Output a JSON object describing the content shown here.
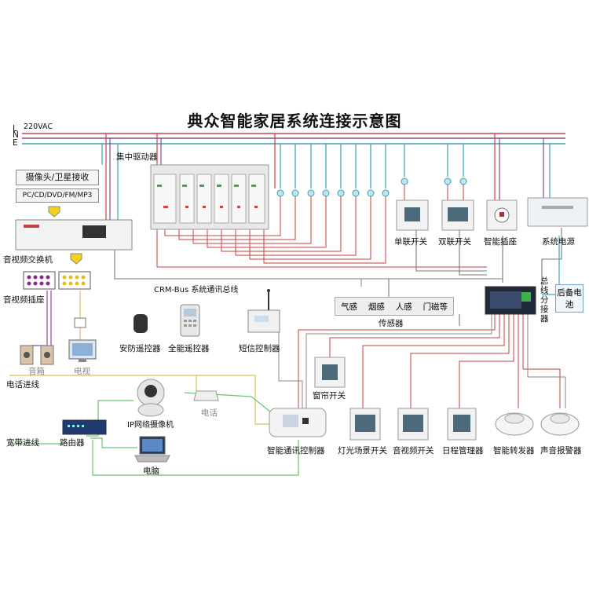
{
  "title": "典众智能家居系统连接示意图",
  "power": {
    "voltage": "220VAC",
    "line_L": "L",
    "line_N": "N",
    "line_E": "E"
  },
  "labels": {
    "central_driver": "集中驱动器",
    "camera_satellite": "摄像头/卫星接收",
    "media_sources": "PC/CD/DVD/FM/MP3",
    "av_switch": "音视频交换机",
    "av_socket": "音视频插座",
    "bus": "CRM-Bus 系统通讯总线",
    "speaker": "音箱",
    "tv": "电视",
    "security_remote": "安防遥控器",
    "universal_remote": "全能遥控器",
    "sms_controller": "短信控制器",
    "sensors_title": "传感器",
    "sensor_items": [
      "气感",
      "烟感",
      "人感",
      "门磁等"
    ],
    "single_switch": "单联开关",
    "double_switch": "双联开关",
    "smart_socket": "智能插座",
    "system_power": "系统电源",
    "bus_splitter": "总线分接器",
    "backup_battery": "后备电池",
    "phone_line": "电话进线",
    "ip_camera": "IP网络摄像机",
    "phone": "电话",
    "broadband": "宽带进线",
    "router": "路由器",
    "computer": "电脑",
    "curtain_switch": "窗帘开关",
    "smart_comm_controller": "智能通讯控制器",
    "light_scene_switch": "灯光场景开关",
    "av_switch_panel": "音视频开关",
    "schedule_manager": "日程管理器",
    "smart_repeater": "智能转发器",
    "sound_alarm": "声音报警器"
  },
  "colors": {
    "line_L": "#d04040",
    "line_N": "#7a52a0",
    "line_E": "#3aa0b0",
    "bus": "#7a7a7a",
    "green_wire": "#6cc36c",
    "purple_wire": "#8a4ca0",
    "yellow_wire": "#d8c060",
    "red_wire": "#c44040",
    "cyan_wire": "#38a8c0"
  }
}
